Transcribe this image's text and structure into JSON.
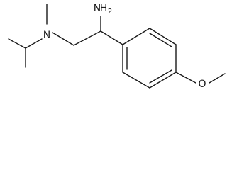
{
  "structure": {
    "atoms": {
      "amine": {
        "element": "N",
        "hydrogens": "2"
      },
      "tertiary_amine": {
        "element": "N"
      },
      "ether_oxygen": {
        "element": "O"
      }
    }
  },
  "colors": {
    "bond": "#1a1a1a",
    "label": "#1a1a1a",
    "background": "#ffffff"
  }
}
